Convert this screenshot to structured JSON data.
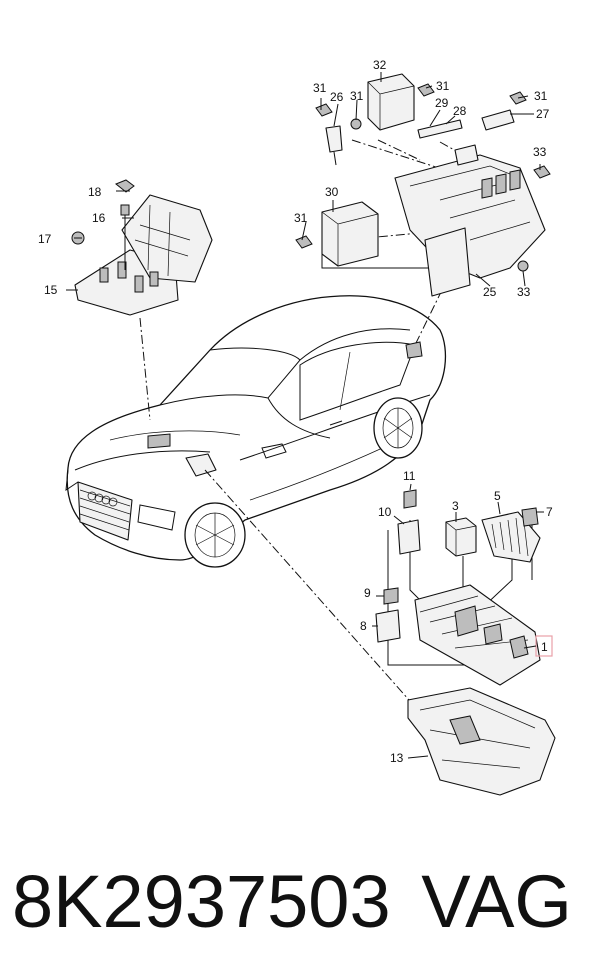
{
  "callouts": {
    "c1": "1",
    "c3": "3",
    "c5": "5",
    "c7": "7",
    "c8": "8",
    "c9": "9",
    "c10": "10",
    "c11": "11",
    "c13": "13",
    "c15": "15",
    "c16": "16",
    "c17": "17",
    "c18": "18",
    "c25": "25",
    "c26": "26",
    "c27": "27",
    "c28": "28",
    "c29": "29",
    "c30": "30",
    "c31a": "31",
    "c31b": "31",
    "c31c": "31",
    "c31d": "31",
    "c31e": "31",
    "c32": "32",
    "c33a": "33",
    "c33b": "33"
  },
  "footer": {
    "part_number": "8K2937503",
    "brand": "VAG"
  },
  "colors": {
    "highlight_box": "#e8a0a8",
    "line": "#111111"
  }
}
